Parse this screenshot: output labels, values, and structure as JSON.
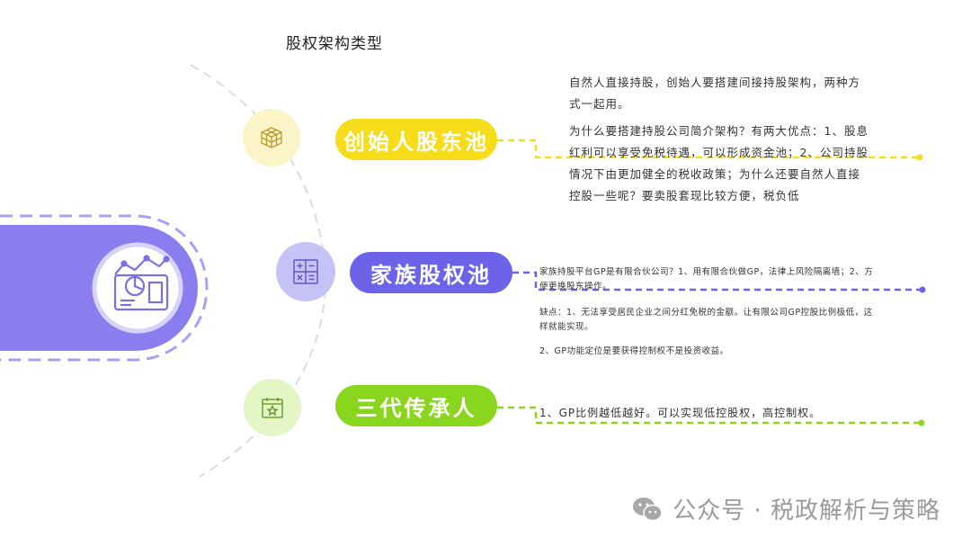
{
  "title": "股权架构类型",
  "branches": [
    {
      "label": "创始人股东池",
      "color": "#f7dc1a"
    },
    {
      "label": "家族股权池",
      "color": "#6c63e8"
    },
    {
      "label": "三代传承人",
      "color": "#8ad61e"
    }
  ],
  "notes": {
    "founder_1": "自然人直接持股，创始人要搭建间接持股架构，两种方式一起用。",
    "founder_2": "为什么要搭建持股公司简介架构？有两大优点：1、股息红利可以享受免税待遇，可以形成资金池；2、公司持股情况下由更加健全的税收政策；为什么还要自然人直接控股一些呢？要卖股套现比较方便，税负低",
    "family_1": "家族持股平台GP是有限合伙公司？1、用有限合伙做GP，法律上风险隔离墙；2、方便更换股东操作。",
    "family_2": "缺点：1、无法享受居民企业之间分红免税的金额。让有限公司GP控股比例极低，这样就能实现。",
    "family_3": "2、GP功能定位是要获得控制权不是投资收益。",
    "heir_1": "1、GP比例越低越好。可以实现低控股权，高控制权。"
  },
  "icons": {
    "center": "chart-report-icon",
    "founder": "cube-icon",
    "family": "calculator-icon",
    "heir": "calendar-star-icon"
  },
  "watermark": "公众号 · 税政解析与策略",
  "colors": {
    "yellow": "#f7dc1a",
    "purple": "#6c63e8",
    "green": "#8ad61e",
    "center": "#8b7cf0"
  }
}
